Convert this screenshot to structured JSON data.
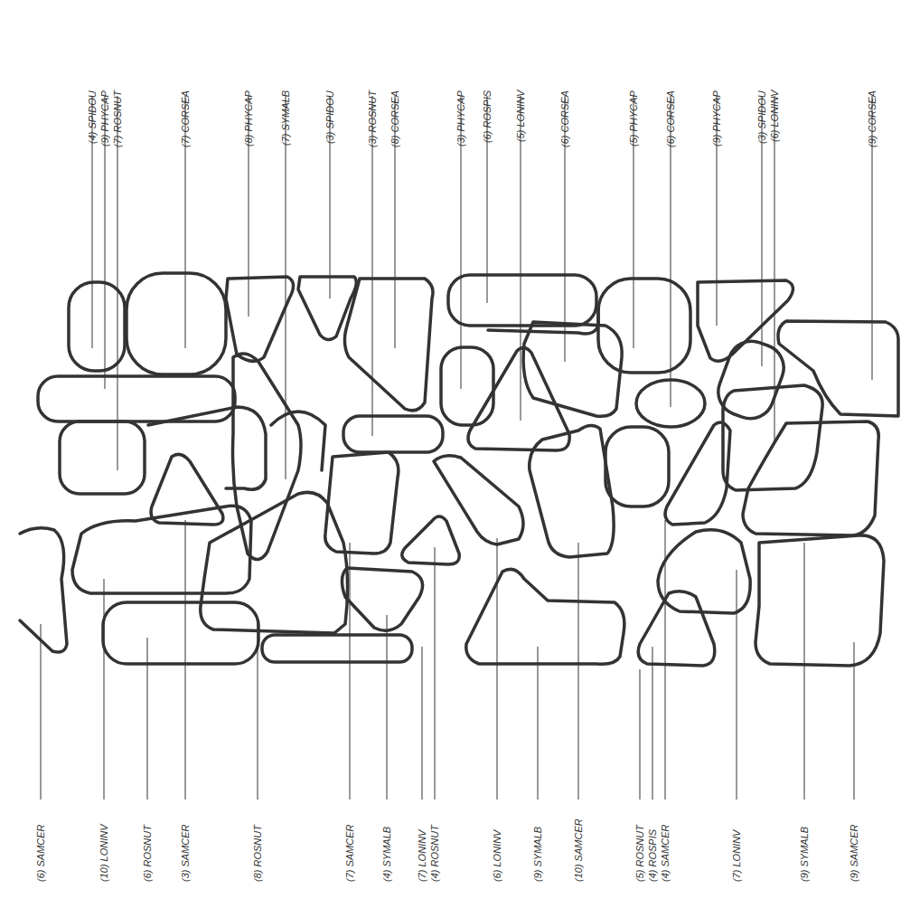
{
  "diagram": {
    "labels": [
      "(4) SPIDOU",
      "(9) PHYCAP",
      "(7) ROSNUT",
      "(7) CORSEA",
      "(8) PHYCAP",
      "(7) SYMALB",
      "(3) SPIDOU",
      "(3) ROSNUT",
      "(8) CORSEA",
      "(3) PHYCAP",
      "(6) ROSPIS",
      "(5) LONINV",
      "(6) CORSEA",
      "(5) PHYCAP",
      "(6) CORSEA",
      "(9) PHYCAP",
      "(3) SPIDOU",
      "(6) LONINV",
      "(9) CORSEA",
      "(6) SAMCER",
      "(10) LONINV",
      "(6) ROSNUT",
      "(3) SAMCER",
      "(8) ROSNUT",
      "(7) SAMCER",
      "(4) SYMALB",
      "(7) LONINV",
      "(4) ROSNUT",
      "(6) LONINV",
      "(9) SYMALB",
      "(10) SAMCER",
      "(5) ROSNUT",
      "(4) ROSPIS",
      "(4) SAMCER",
      "(7) LONINV",
      "(9) SYMALB",
      "(9) SAMCER"
    ]
  }
}
